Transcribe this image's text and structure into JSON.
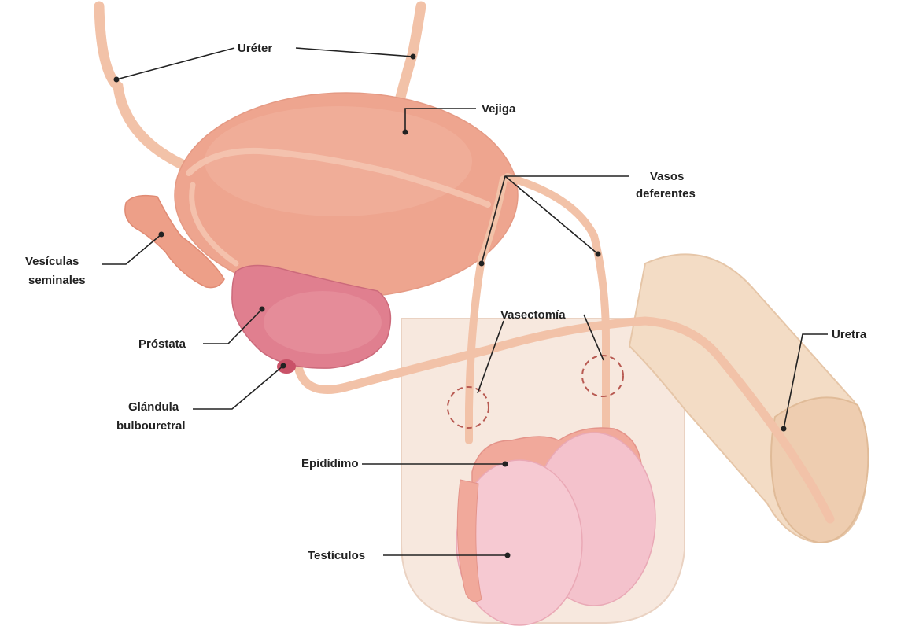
{
  "labels": {
    "ureter": "Uréter",
    "vejiga": "Vejiga",
    "vasos_1": "Vasos",
    "vasos_2": "deferentes",
    "vesiculas_1": "Vesículas",
    "vesiculas_2": "seminales",
    "prostata": "Próstata",
    "vasectomia": "Vasectomía",
    "uretra": "Uretra",
    "glandula_1": "Glándula",
    "glandula_2": "bulbouretral",
    "epididimo": "Epidídimo",
    "testiculos": "Testículos"
  },
  "colors": {
    "tube": "#f2c2a8",
    "bladder": "#eea58f",
    "prostate": "#e07f8f",
    "testis": "#f4c2cc",
    "scrotum": "#f7e8de",
    "penis": "#f3dcc5",
    "ink": "#222222",
    "marker": "#b85a52"
  }
}
